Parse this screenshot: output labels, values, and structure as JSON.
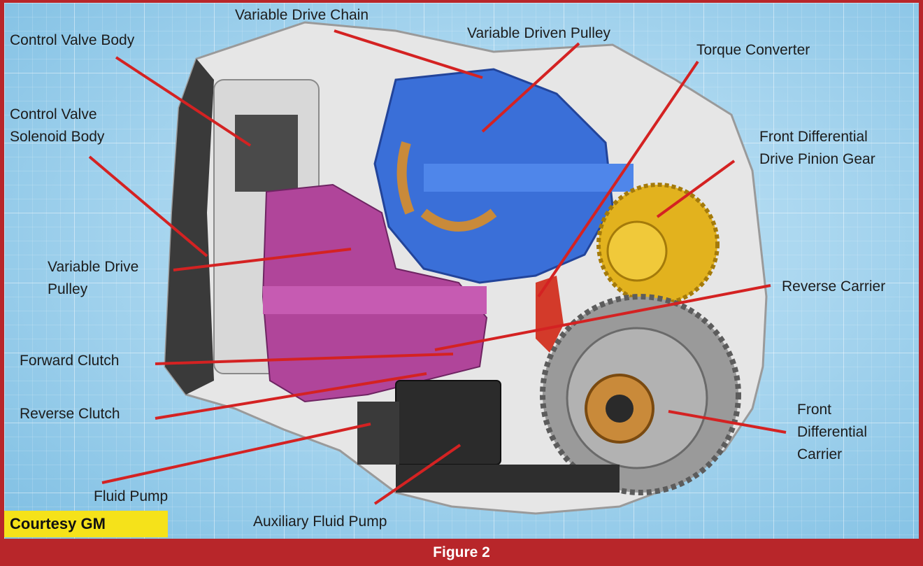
{
  "caption": "Figure 2",
  "courtesy": "Courtesy GM",
  "labels": {
    "variable_drive_chain": "Variable Drive Chain",
    "control_valve_body": "Control Valve Body",
    "variable_driven_pulley": "Variable Driven Pulley",
    "torque_converter": "Torque Converter",
    "control_valve_line1": "Control Valve",
    "control_valve_line2": "Solenoid Body",
    "front_diff_drive_line1": "Front Differential",
    "front_diff_drive_line2": "Drive Pinion Gear",
    "variable_drive_line1": "Variable Drive",
    "variable_drive_line2": "Pulley",
    "reverse_carrier": "Reverse Carrier",
    "forward_clutch": "Forward Clutch",
    "reverse_clutch": "Reverse Clutch",
    "front_diff_carrier_line1": "Front",
    "front_diff_carrier_line2": "Differential",
    "front_diff_carrier_line3": "Carrier",
    "fluid_pump": "Fluid Pump",
    "auxiliary_fluid_pump": "Auxiliary Fluid Pump"
  },
  "colors": {
    "frame": "#b8262a",
    "leader_line": "#d42222",
    "driven_pulley": "#3a6fd8",
    "drive_pulley": "#b0459a",
    "gear": "#e2b21e",
    "housing": "#ececec",
    "courtesy_bg": "#f5e21a"
  }
}
